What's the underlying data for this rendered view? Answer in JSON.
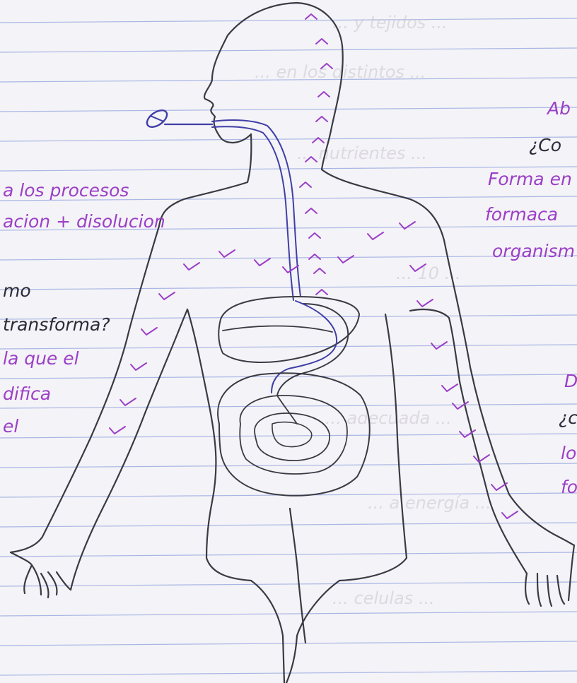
{
  "colors": {
    "paper": "#f4f3f7",
    "rule_line": "#a9b6e4",
    "margin_line": "#c7b6dc",
    "body_outline": "#3a3a44",
    "digestive_tract": "#3f3fa6",
    "annotation_ink": "#9b3fc7",
    "pencil_ink": "#2b2b3a"
  },
  "icons": {
    "food_item": "pill-icon",
    "check_marks": "check-mark-icon"
  },
  "left_notes": [
    {
      "text": "a los procesos",
      "color": "purple"
    },
    {
      "text": "acion + disolucion",
      "color": "purple"
    },
    {
      "text": "mo",
      "color": "black"
    },
    {
      "text": "transforma?",
      "color": "black"
    },
    {
      "text": "la que el",
      "color": "purple"
    },
    {
      "text": "difica",
      "color": "purple"
    },
    {
      "text": "el",
      "color": "purple"
    }
  ],
  "right_notes": [
    {
      "text": "Ab",
      "color": "purple"
    },
    {
      "text": "¿Co",
      "color": "black"
    },
    {
      "text": "Forma en",
      "color": "purple"
    },
    {
      "text": "formaca",
      "color": "purple"
    },
    {
      "text": "organism",
      "color": "purple"
    },
    {
      "text": "D",
      "color": "purple"
    },
    {
      "text": "¿c",
      "color": "black"
    },
    {
      "text": "lo",
      "color": "purple"
    },
    {
      "text": "fo",
      "color": "purple"
    }
  ]
}
